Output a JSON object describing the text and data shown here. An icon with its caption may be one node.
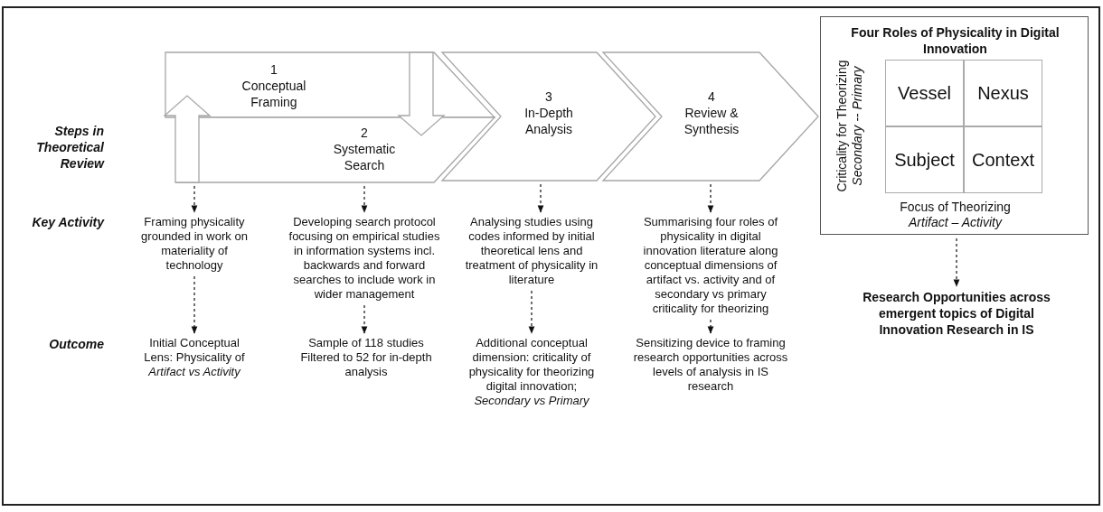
{
  "diagram": {
    "nodes": [
      {
        "text": [
          "1",
          "Conceptual Framing"
        ]
      },
      {
        "text": [
          "2",
          "Systematic Search"
        ]
      },
      {
        "text": [
          "3",
          "In-Depth Analysis"
        ]
      },
      {
        "text": [
          "4",
          "Review & Synthesis"
        ]
      },
      {
        "text": [
          "Four Roles of Physicality in Digital Innovation",
          "Criticality for Theorizing",
          "Secondary -- Primary",
          "Focus of Theorizing",
          "Artifact – Activity"
        ]
      },
      {
        "text": [
          "Vessel"
        ],
        "in": 4
      },
      {
        "text": [
          "Nexus"
        ],
        "in": 4
      },
      {
        "text": [
          "Subject"
        ],
        "in": 4
      },
      {
        "text": [
          "Context"
        ],
        "in": 4
      },
      {
        "text": [
          "Framing physicality grounded in work on materiality of technology"
        ]
      },
      {
        "text": [
          "Developing search protocol focusing on empirical studies in information systems incl. backwards and forward searches to include work in wider management"
        ]
      },
      {
        "text": [
          "Analysing studies using codes informed by initial theoretical lens and treatment of physicality in literature"
        ]
      },
      {
        "text": [
          "Summarising four roles of physicality in digital innovation literature along conceptual dimensions of artifact vs. activity and of secondary vs primary criticality for theorizing"
        ]
      },
      {
        "text": [
          "Initial Conceptual Lens: Physicality of *Artifact vs Activity*"
        ]
      },
      {
        "text": [
          "Sample of 118 studies Filtered to 52 for in-depth analysis"
        ]
      },
      {
        "text": [
          "Additional conceptual dimension: criticality of physicality for theorizing digital innovation; *Secondary vs Primary*"
        ]
      },
      {
        "text": [
          "Sensitizing device to framing research opportunities across levels of analysis in IS research"
        ]
      },
      {
        "text": [
          "Research Opportunities across emergent topics of Digital Innovation Research in IS"
        ]
      }
    ],
    "edges": [
      {
        "from": 0,
        "to": 1,
        "arrow": "to",
        "style": "thick"
      },
      {
        "from": 1,
        "to": 0,
        "arrow": "to",
        "style": "thick"
      },
      {
        "from": 1,
        "to": 9,
        "arrow": "to",
        "style": "dashed"
      },
      {
        "from": 1,
        "to": 10,
        "arrow": "to",
        "style": "dashed"
      },
      {
        "from": 2,
        "to": 11,
        "arrow": "to",
        "style": "dashed"
      },
      {
        "from": 3,
        "to": 12,
        "arrow": "to",
        "style": "dashed"
      },
      {
        "from": 4,
        "to": 17,
        "arrow": "to",
        "style": "dashed"
      },
      {
        "from": 9,
        "to": 13,
        "arrow": "to",
        "style": "dashed"
      },
      {
        "from": 10,
        "to": 14,
        "arrow": "to",
        "style": "dashed"
      },
      {
        "from": 11,
        "to": 15,
        "arrow": "to",
        "style": "dashed"
      },
      {
        "from": 12,
        "to": 16,
        "arrow": "to",
        "style": "dashed"
      }
    ],
    "labels": [
      "Steps in Theoretical Review",
      "Key Activity",
      "Outcome"
    ]
  }
}
